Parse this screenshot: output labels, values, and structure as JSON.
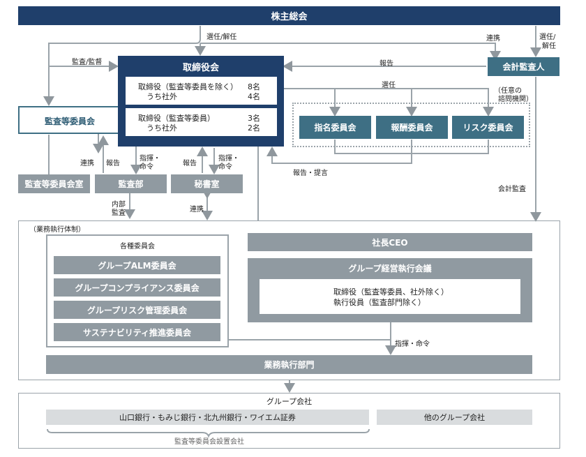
{
  "shareholders_meeting": "株主総会",
  "board": {
    "title": "取締役会",
    "row1_role": "取締役（監査等委員を除く）",
    "row1_count": "8名",
    "row1_sub": "うち社外",
    "row1_sub_count": "4名",
    "row2_role": "取締役（監査等委員）",
    "row2_count": "3名",
    "row2_sub": "うち社外",
    "row2_sub_count": "2名"
  },
  "audit_committee": "監査等委員会",
  "accounting_auditor": "会計監査人",
  "committees": {
    "optional_note_line1": "（任意の",
    "optional_note_line2": "諮問機関）",
    "nomination": "指名委員会",
    "compensation": "報酬委員会",
    "risk": "リスク委員会"
  },
  "offices": {
    "audit_committee_office": "監査等委員会室",
    "audit_dept": "監査部",
    "secretariat": "秘書室"
  },
  "labels": {
    "elect_dismiss": "選任/解任",
    "audit_supervise": "監査/監督",
    "coordination": "連携",
    "elect_dismiss_right_1": "選任/",
    "elect_dismiss_right_2": "解任",
    "report": "報告",
    "elect": "選任",
    "report_proposal": "報告・提言",
    "cooperation": "連携",
    "report_left": "報告",
    "instruct_1a": "指揮・",
    "instruct_1b": "命令",
    "report_right": "報告",
    "instruct_2a": "指揮・",
    "instruct_2b": "命令",
    "internal_audit_1": "内部",
    "internal_audit_2": "監査",
    "cooperation_2": "連携",
    "accounting_audit": "会計監査",
    "instruct_command": "指揮・命令"
  },
  "execution": {
    "frame_label": "（業務執行体制）",
    "committees_title": "各種委員会",
    "committee_list": [
      "グループALM委員会",
      "グループコンプライアンス委員会",
      "グループリスク管理委員会",
      "サステナビリティ推進委員会"
    ],
    "ceo": "社長CEO",
    "exec_council": "グループ経営執行会議",
    "council_member_1": "取締役（監査等委員、社外除く）",
    "council_member_2": "執行役員（監査部門除く）",
    "business_dept": "業務執行部門"
  },
  "group": {
    "title": "グループ会社",
    "banks": "山口銀行・もみじ銀行・北九州銀行・ワイエム証券",
    "others": "他のグループ会社",
    "banks_note": "監査等委員会設置会社"
  },
  "colors": {
    "navy": "#1f3f6b",
    "teal": "#3e6f84",
    "gray": "#909aa1",
    "light_gray": "#d9dcde",
    "line": "#9aa3a9"
  }
}
